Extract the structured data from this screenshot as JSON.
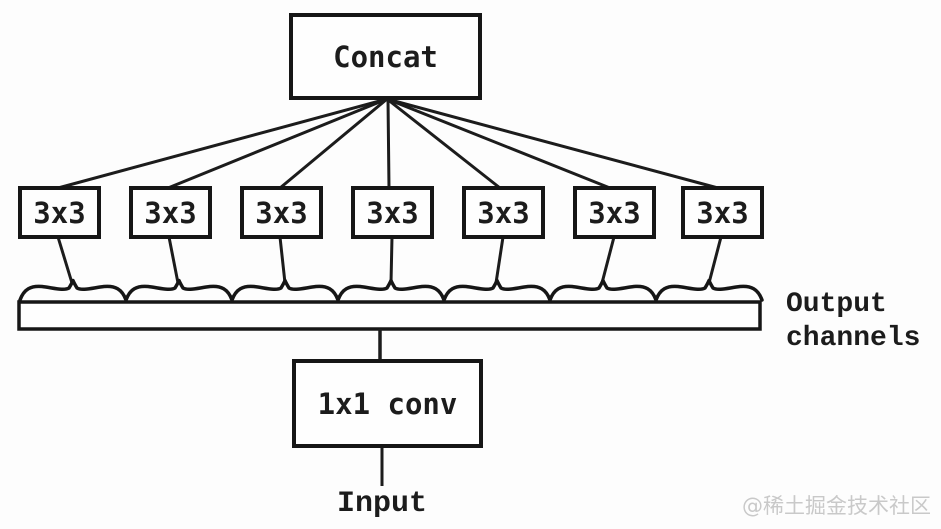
{
  "diagram": {
    "concat_label": "Concat",
    "conv_boxes": [
      {
        "label": "3x3"
      },
      {
        "label": "3x3"
      },
      {
        "label": "3x3"
      },
      {
        "label": "3x3"
      },
      {
        "label": "3x3"
      },
      {
        "label": "3x3"
      },
      {
        "label": "3x3"
      }
    ],
    "output_channels_label": "Output channels",
    "conv1x1_label": "1x1 conv",
    "input_label": "Input",
    "watermark": "@稀土掘金技术社区",
    "colors": {
      "ink": "#1c1c1c",
      "background": "#fdfdfd",
      "watermark": "#c9c9c9"
    }
  }
}
